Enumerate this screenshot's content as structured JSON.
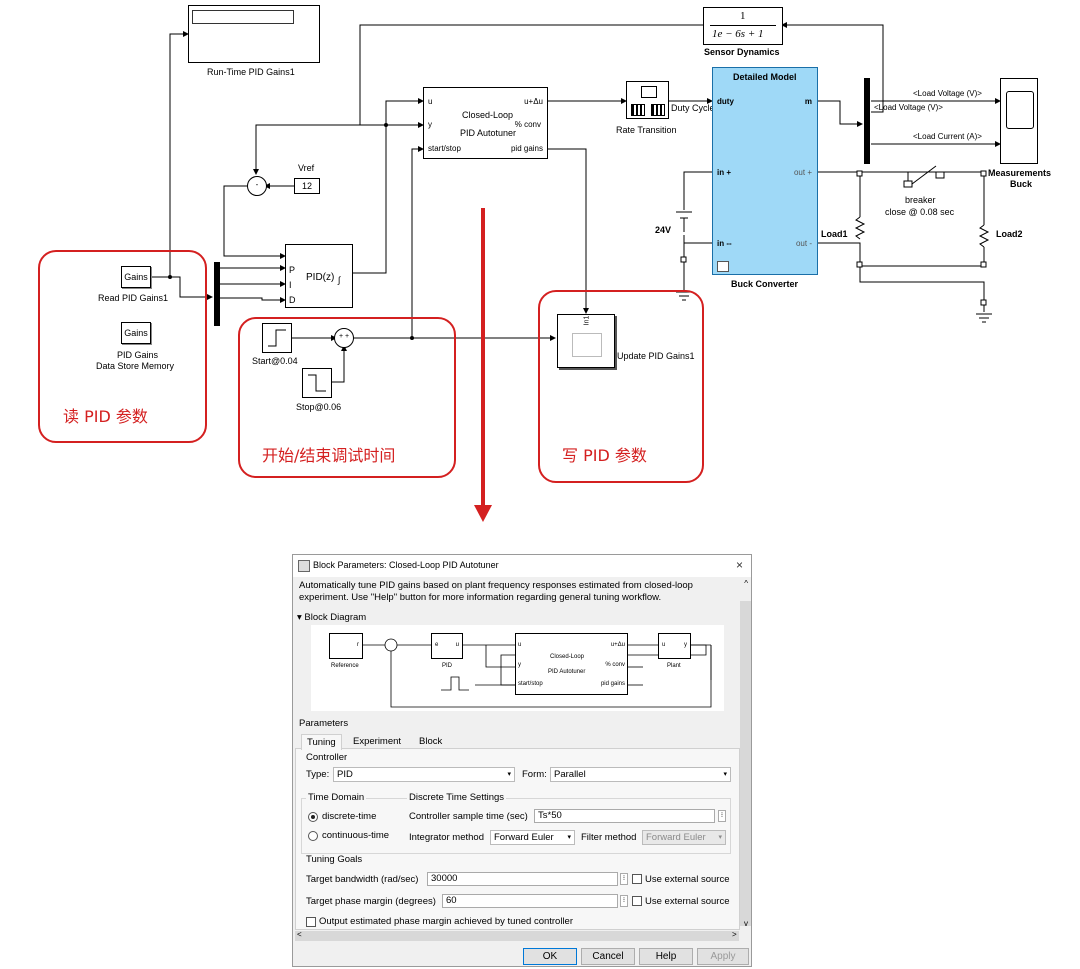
{
  "simulink": {
    "runtime_gains_label": "Run-Time PID Gains1",
    "sensor_tf_num": "1",
    "sensor_tf_den": "1e − 6s + 1",
    "sensor_label": "Sensor Dynamics",
    "autotuner": {
      "name": "Closed-Loop",
      "name2": "PID Autotuner",
      "in_u": "u",
      "in_y": "y",
      "in_start": "start/stop",
      "out_udu": "u+Δu",
      "out_conv": "% conv",
      "out_gains": "pid gains"
    },
    "rate_transition": "Rate Transition",
    "duty_cycle": "Duty Cycle",
    "detailed_model": "Detailed Model",
    "buck_ports": {
      "duty": "duty",
      "m": "m",
      "in_plus": "in +",
      "in_minus": "in --",
      "out_plus": "out +",
      "out_minus": "out -"
    },
    "buck_converter": "Buck Converter",
    "load_voltage": "<Load Voltage (V)>",
    "load_voltage2": "<Load Voltage (V)>",
    "load_current": "<Load Current (A)>",
    "measurements": "Measurements",
    "measurements2": "Buck",
    "breaker": "breaker",
    "breaker2": "close @ 0.08 sec",
    "load1": "Load1",
    "load2": "Load2",
    "source_24v": "24V",
    "vref": "Vref",
    "vref_value": "12",
    "pid": "PID(z)",
    "pid_ports": {
      "p": "P",
      "i": "I",
      "d": "D"
    },
    "gains": "Gains",
    "read_gains": "Read PID Gains1",
    "gains2": "Gains",
    "pid_gains_mem": "PID Gains",
    "pid_gains_mem2": "Data Store Memory",
    "start": "Start@0.04",
    "stop": "Stop@0.06",
    "update_gains": "Update PID Gains1",
    "in1": "In1"
  },
  "annotations": {
    "read": "读 PID 参数",
    "timing": "开始/结束调试时间",
    "write": "写 PID 参数"
  },
  "colors": {
    "annotation": "#d42020",
    "bus": "#000000"
  },
  "dialog": {
    "title": "Block Parameters: Closed-Loop PID Autotuner",
    "close_icon": "×",
    "description": "Automatically tune PID gains based on plant frequency responses estimated from closed-loop experiment. Use \"Help\" button for more information regarding general tuning workflow.",
    "block_diagram_header": "Block Diagram",
    "diagram": {
      "reference": "Reference",
      "pid": "PID",
      "plant": "Plant",
      "autotuner1": "Closed-Loop",
      "autotuner2": "PID Autotuner",
      "p_r": "r",
      "p_e": "e",
      "p_u": "u",
      "p_u2": "u",
      "p_y": "y",
      "p_u3": "u",
      "p_y2": "y",
      "p_start": "start/stop",
      "p_udu": "u+Δu",
      "p_conv": "% conv",
      "p_gains": "pid gains"
    },
    "parameters_header": "Parameters",
    "tabs": [
      "Tuning",
      "Experiment",
      "Block"
    ],
    "controller_header": "Controller",
    "type_label": "Type:",
    "type_value": "PID",
    "form_label": "Form:",
    "form_value": "Parallel",
    "time_domain_header": "Time Domain",
    "discrete_time": "discrete-time",
    "continuous_time": "continuous-time",
    "discrete_settings_header": "Discrete Time Settings",
    "sample_time_label": "Controller sample time (sec)",
    "sample_time_value": "Ts*50",
    "integrator_label": "Integrator method",
    "integrator_value": "Forward Euler",
    "filter_label": "Filter method",
    "filter_value": "Forward Euler",
    "tuning_goals_header": "Tuning Goals",
    "bandwidth_label": "Target bandwidth (rad/sec)",
    "bandwidth_value": "30000",
    "phase_label": "Target phase margin (degrees)",
    "phase_value": "60",
    "external_source": "Use external source",
    "external_source2": "Use external source",
    "output_estimated": "Output estimated phase margin achieved by tuned controller",
    "buttons": {
      "ok": "OK",
      "cancel": "Cancel",
      "help": "Help",
      "apply": "Apply"
    }
  }
}
